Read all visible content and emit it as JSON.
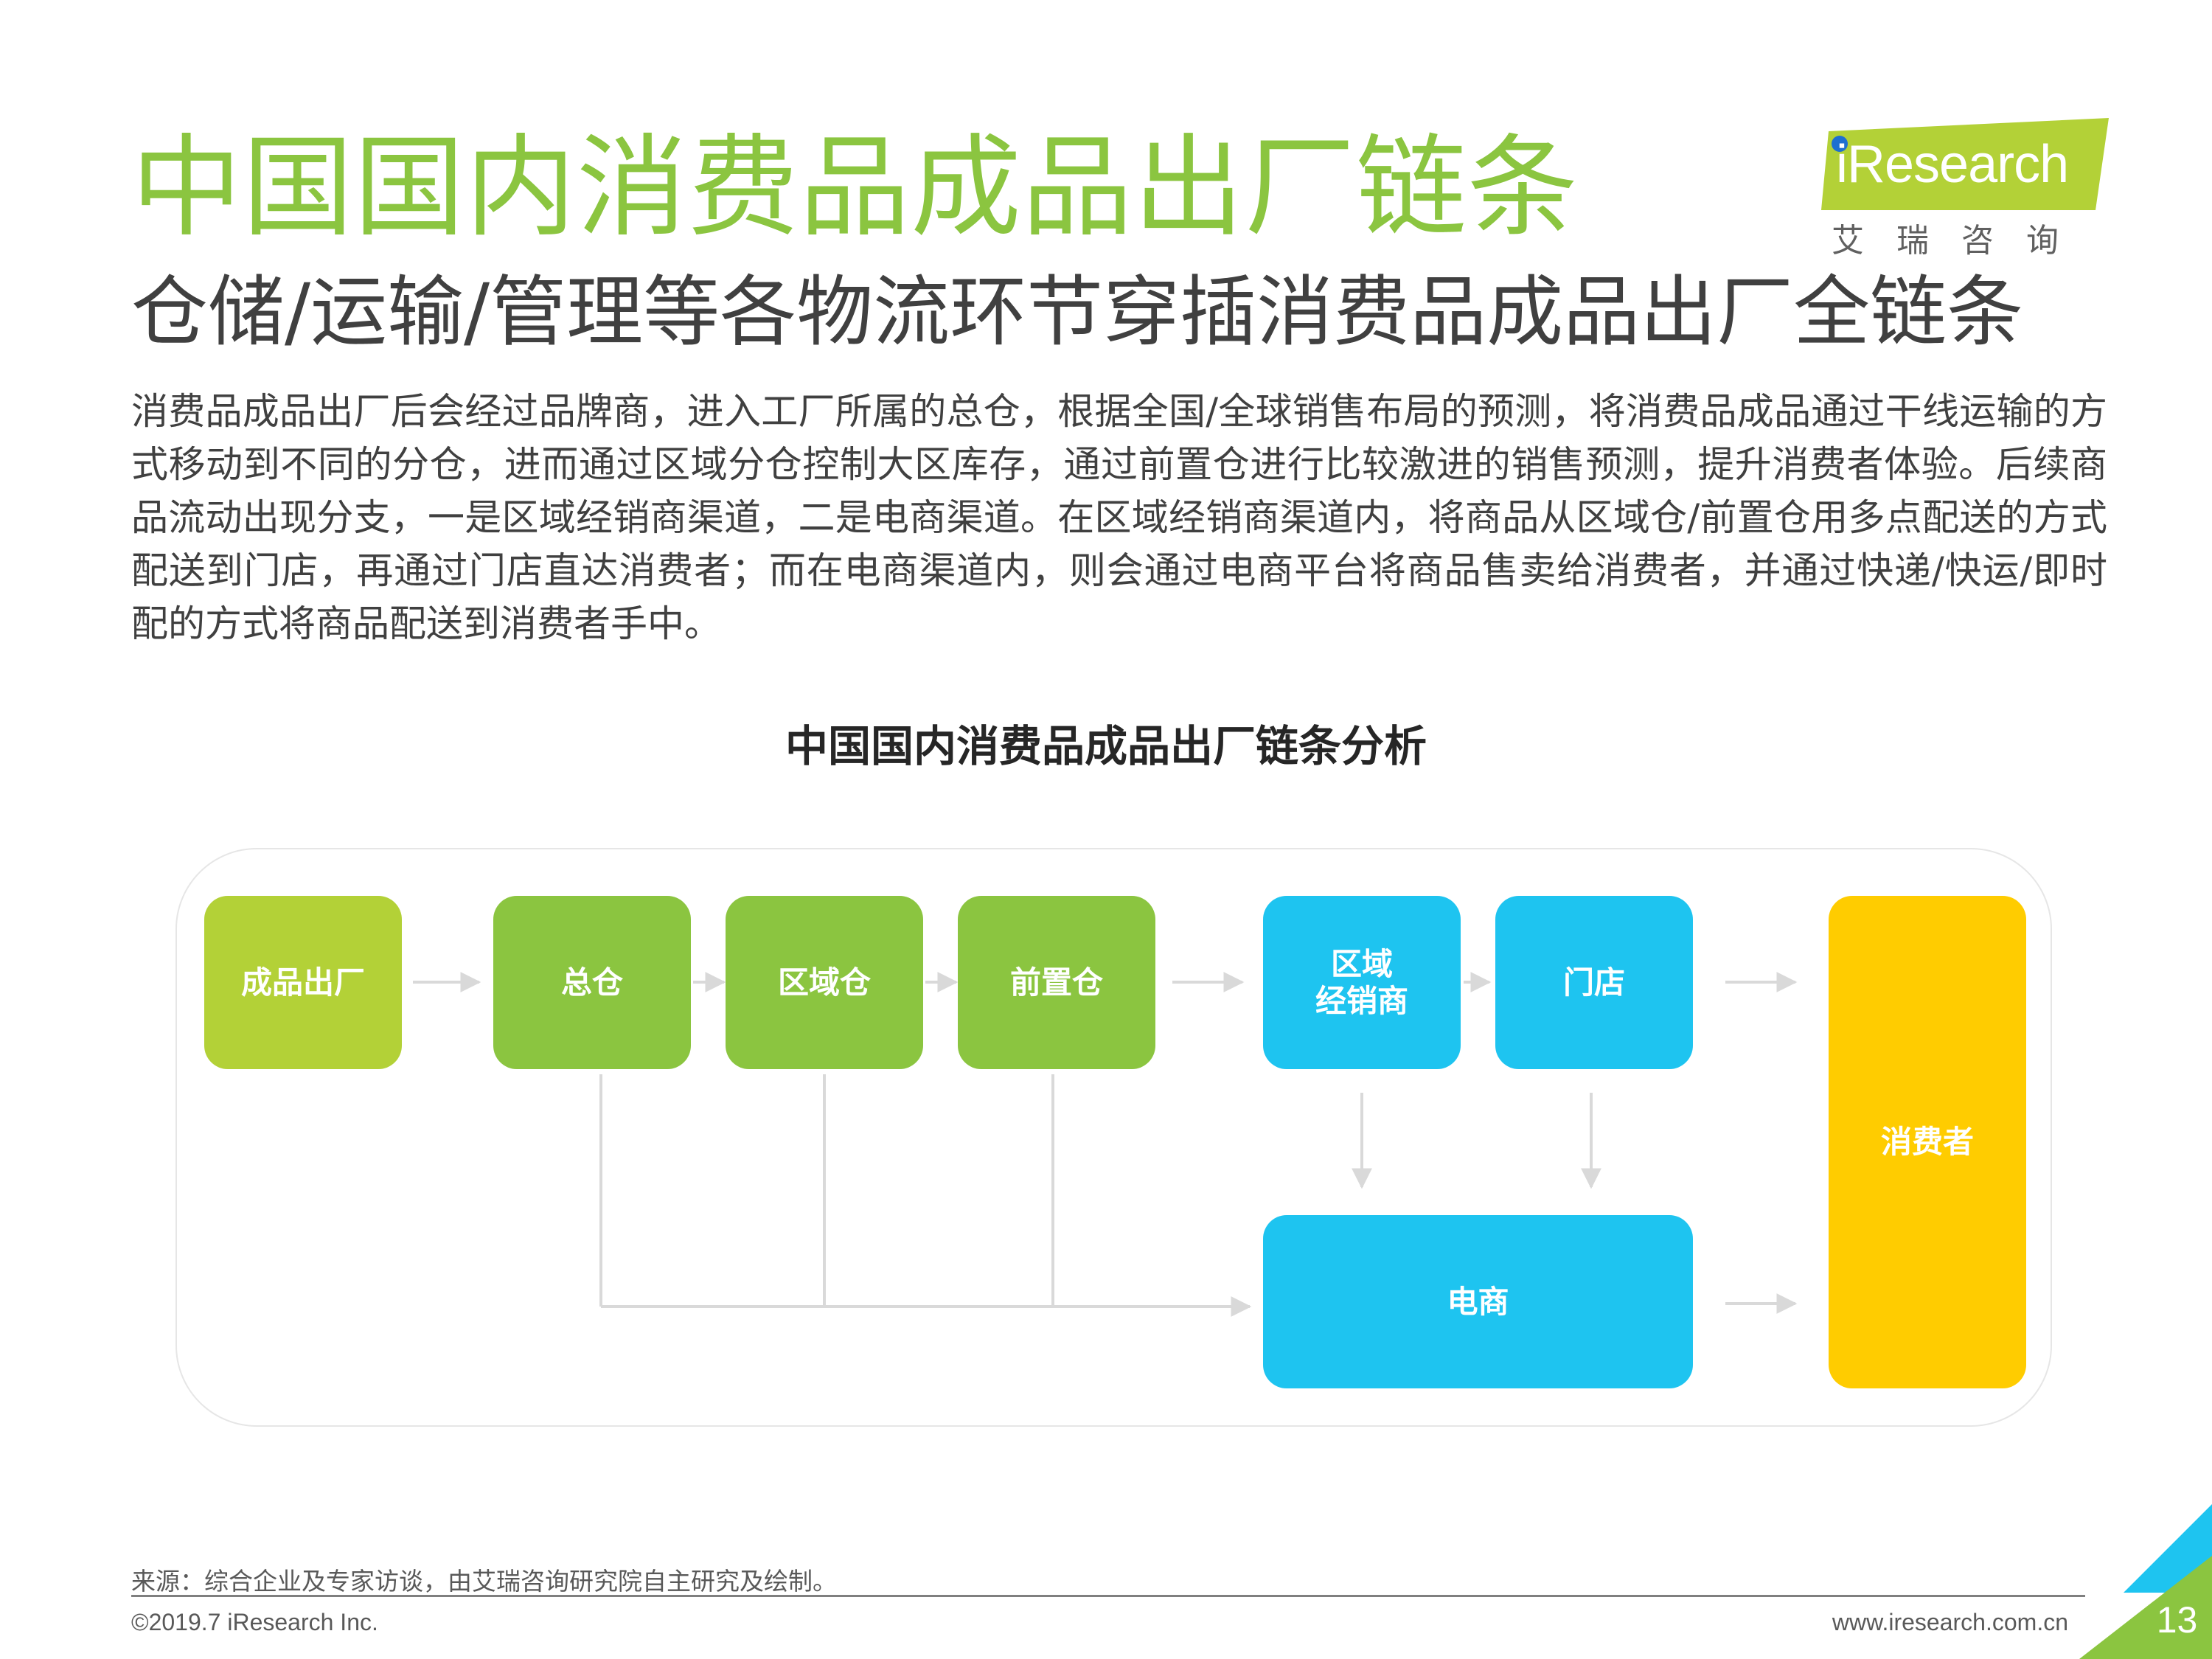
{
  "header": {
    "title": "中国国内消费品成品出厂链条",
    "subtitle": "仓储/运输/管理等各物流环节穿插消费品成品出厂全链条",
    "intro": "消费品成品出厂后会经过品牌商，进入工厂所属的总仓，根据全国/全球销售布局的预测，将消费品成品通过干线运输的方式移动到不同的分仓，进而通过区域分仓控制大区库存，通过前置仓进行比较激进的销售预测，提升消费者体验。后续商品流动出现分支，一是区域经销商渠道，二是电商渠道。在区域经销商渠道内，将商品从区域仓/前置仓用多点配送的方式配送到门店，再通过门店直达消费者；而在电商渠道内，则会通过电商平台将商品售卖给消费者，并通过快递/快运/即时配的方式将商品配送到消费者手中。"
  },
  "logo": {
    "wordmark": "iResearch",
    "chinese": "艾瑞咨询"
  },
  "diagram": {
    "title": "中国国内消费品成品出厂链条分析",
    "nodes": {
      "factory": "成品出厂",
      "main_warehouse": "总仓",
      "regional_warehouse": "区域仓",
      "forward_warehouse": "前置仓",
      "regional_distributor": "区域\n经销商",
      "store": "门店",
      "ecommerce": "电商",
      "consumer": "消费者"
    }
  },
  "footer": {
    "source": "来源：综合企业及专家访谈，由艾瑞咨询研究院自主研究及绘制。",
    "copyright": "©2019.7 iResearch Inc.",
    "website": "www.iresearch.com.cn",
    "page_number": "13"
  },
  "colors": {
    "title_green": "#8bc540",
    "lime": "#b3d137",
    "green": "#8bc540",
    "blue": "#1ec4f0",
    "yellow": "#ffcc00",
    "connector": "#d9d9d9"
  }
}
